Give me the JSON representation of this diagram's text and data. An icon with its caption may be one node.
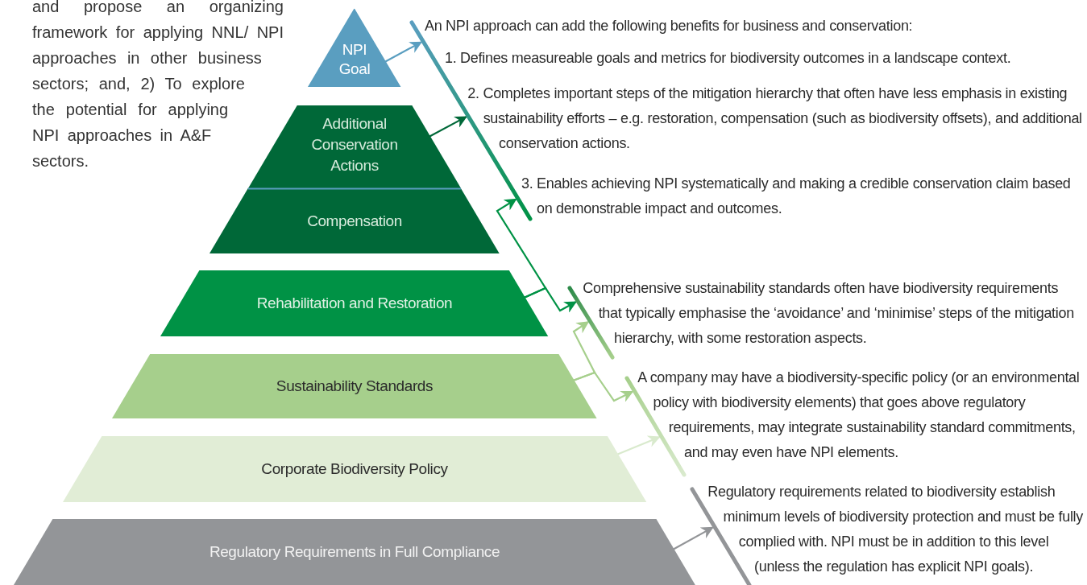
{
  "diagram": {
    "nodes": [
      {
        "text": [
          "NPI Goal"
        ]
      },
      {
        "text": [
          "Additional Conservation Actions"
        ]
      },
      {
        "text": [
          "Compensation"
        ]
      },
      {
        "text": [
          "Rehabilitation and Restoration"
        ]
      },
      {
        "text": [
          "Sustainability Standards"
        ]
      },
      {
        "text": [
          "Corporate Biodiversity Policy"
        ]
      },
      {
        "text": [
          "Regulatory Requirements in Full Compliance"
        ]
      },
      {
        "text": [
          "An NPI approach can add the following benefits for business and conservation:",
          "1.  Defines measureable goals and metrics for biodiversity outcomes in a landscape context.",
          "2.  Completes important steps of the mitigation hierarchy that often have less emphasis in existing sustainability efforts – e.g. restoration, compensation (such as biodiversity offsets), and additional conservation actions.",
          "3.  Enables achieving NPI systematically and making a credible conservation claim based on demonstrable impact and outcomes."
        ]
      },
      {
        "text": [
          "Comprehensive sustainability standards often have biodiversity requirements that typically emphasise the ‘avoidance’ and ‘minimise’ steps of the mitigation hierarchy, with some restoration aspects."
        ]
      },
      {
        "text": [
          "A company may have a biodiversity-specific policy (or an environmental policy with biodiversity elements) that goes above regulatory requirements, may integrate sustainability standard commitments, and may even have NPI elements."
        ]
      },
      {
        "text": [
          "Regulatory requirements related to biodiversity establish minimum levels of biodiversity protection and must be fully complied with. NPI must be in addition to this level (unless the regulation has explicit NPI goals)."
        ]
      }
    ],
    "edges": [
      {
        "from": 0,
        "to": 7,
        "arrow": "to",
        "color": "#5a9ec0"
      },
      {
        "from": 1,
        "to": 7,
        "arrow": "to",
        "color": "#006838"
      },
      {
        "from": 3,
        "to": 7,
        "arrow": "to",
        "color": "#009245"
      },
      {
        "from": 3,
        "to": 8,
        "arrow": "to",
        "color": "#009245"
      },
      {
        "from": 4,
        "to": 8,
        "arrow": "to",
        "color": "#a6cf8c"
      },
      {
        "from": 4,
        "to": 9,
        "arrow": "to",
        "color": "#a6cf8c"
      },
      {
        "from": 5,
        "to": 9,
        "arrow": "to",
        "color": "#d9eacd"
      },
      {
        "from": 6,
        "to": 10,
        "arrow": "to",
        "color": "#939598"
      }
    ],
    "labels": [
      "and propose an organizing framework for applying NNL/ NPI approaches in other business sectors; and, 2) To explore the potential for applying NPI approaches in A&F sectors."
    ]
  }
}
